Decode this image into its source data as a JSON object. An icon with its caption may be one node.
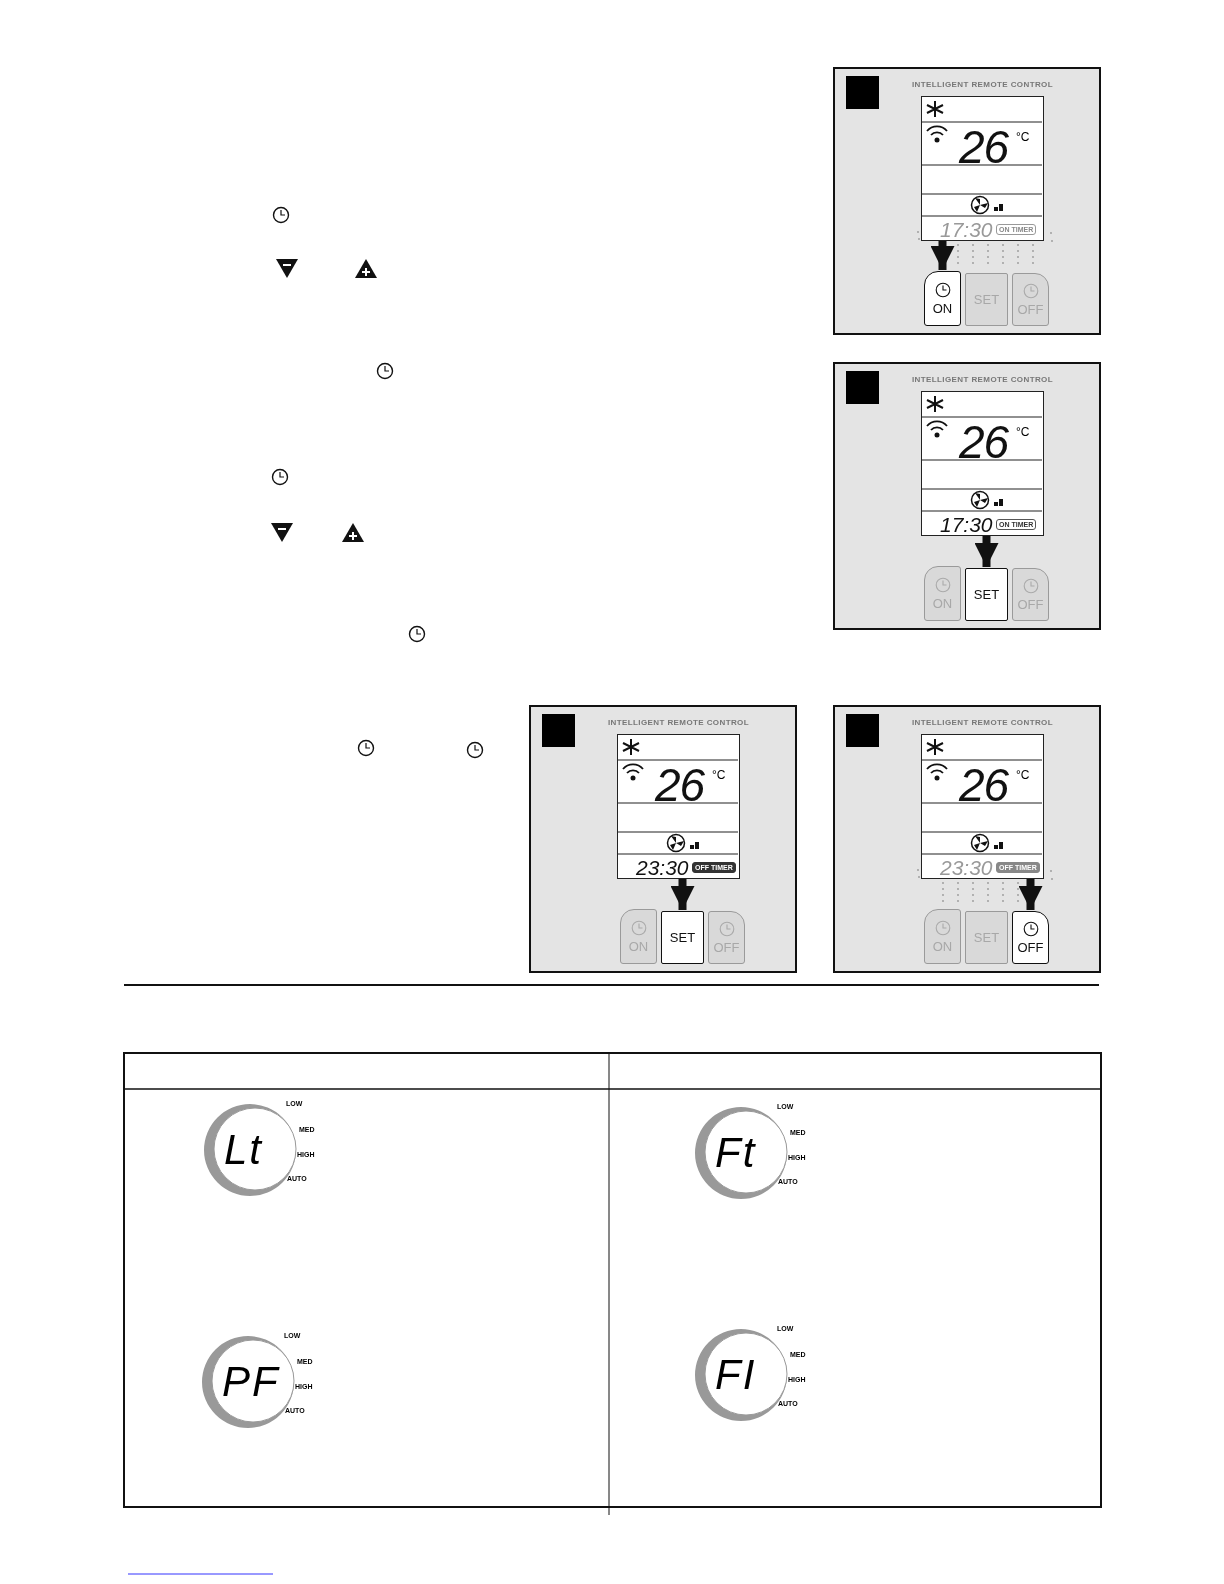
{
  "diagram": {
    "nodes": [
      {
        "text": [
          "INTELLIGENT REMOTE CONTROL"
        ]
      },
      {
        "text": [
          "26",
          "°C",
          "17:30",
          "ON TIMER"
        ],
        "in": 0
      },
      {
        "text": [
          "ON"
        ],
        "in": 0
      },
      {
        "text": [
          "SET"
        ],
        "in": 0
      },
      {
        "text": [
          "OFF"
        ],
        "in": 0
      },
      {
        "text": [
          "INTELLIGENT REMOTE CONTROL"
        ]
      },
      {
        "text": [
          "26",
          "°C",
          "17:30",
          "ON TIMER"
        ],
        "in": 5
      },
      {
        "text": [
          "ON"
        ],
        "in": 5
      },
      {
        "text": [
          "SET"
        ],
        "in": 5
      },
      {
        "text": [
          "OFF"
        ],
        "in": 5
      },
      {
        "text": [
          "INTELLIGENT REMOTE CONTROL"
        ]
      },
      {
        "text": [
          "26",
          "°C",
          "23:30",
          "OFF TIMER"
        ],
        "in": 10
      },
      {
        "text": [
          "ON"
        ],
        "in": 10
      },
      {
        "text": [
          "SET"
        ],
        "in": 10
      },
      {
        "text": [
          "OFF"
        ],
        "in": 10
      },
      {
        "text": [
          "INTELLIGENT REMOTE CONTROL"
        ]
      },
      {
        "text": [
          "26",
          "°C",
          "23:30",
          "OFF TIMER"
        ],
        "in": 15
      },
      {
        "text": [
          "ON"
        ],
        "in": 15
      },
      {
        "text": [
          "SET"
        ],
        "in": 15
      },
      {
        "text": [
          "OFF"
        ],
        "in": 15
      },
      {
        "text": [
          "Lt"
        ],
        "beside": [
          "LOW",
          "MED",
          "HIGH",
          "AUTO"
        ]
      },
      {
        "text": [
          "Ft"
        ],
        "beside": [
          "LOW",
          "MED",
          "HIGH",
          "AUTO"
        ]
      },
      {
        "text": [
          "PF"
        ],
        "beside": [
          "LOW",
          "MED",
          "HIGH",
          "AUTO"
        ]
      },
      {
        "text": [
          "FI"
        ],
        "beside": [
          "LOW",
          "MED",
          "HIGH",
          "AUTO"
        ]
      }
    ],
    "edges": [
      {
        "from": 1,
        "to": 2,
        "arrow": "to"
      },
      {
        "from": 6,
        "to": 8,
        "arrow": "to"
      },
      {
        "from": 11,
        "to": 13,
        "arrow": "to"
      },
      {
        "from": 16,
        "to": 19,
        "arrow": "to"
      }
    ]
  }
}
